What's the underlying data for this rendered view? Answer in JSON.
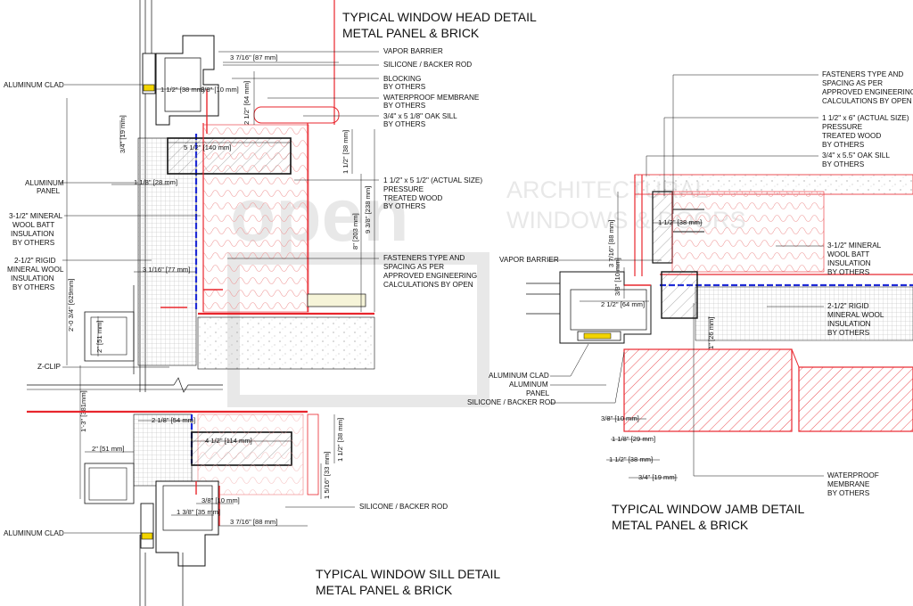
{
  "titles": {
    "head": [
      "TYPICAL WINDOW HEAD DETAIL",
      "METAL PANEL & BRICK"
    ],
    "sill": [
      "TYPICAL WINDOW SILL DETAIL",
      "METAL PANEL & BRICK"
    ],
    "jamb": [
      "TYPICAL WINDOW JAMB DETAIL",
      "METAL PANEL & BRICK"
    ]
  },
  "watermark": {
    "logo": "open",
    "line1": "ARCHITECTURAL",
    "line2": "WINDOWS & DOORS"
  },
  "head_labels": {
    "aluminum_clad": "ALUMINUM CLAD",
    "aluminum_panel": [
      "ALUMINUM",
      "PANEL"
    ],
    "mineral_wool_batt": [
      "3-1/2\" MINERAL",
      "WOOL BATT",
      "INSULATION",
      "BY OTHERS"
    ],
    "rigid_wool": [
      "2-1/2\" RIGID",
      "MINERAL WOOL",
      "INSULATION",
      "BY OTHERS"
    ],
    "z_clip": "Z-CLIP",
    "vapor_barrier": "VAPOR BARRIER",
    "silicone": "SILICONE / BACKER ROD",
    "blocking": [
      "BLOCKING",
      "BY OTHERS"
    ],
    "membrane": [
      "WATERPROOF MEMBRANE",
      "BY OTHERS"
    ],
    "oak_sill": [
      "3/4\" x 5 1/8\" OAK SILL",
      "BY OTHERS"
    ],
    "pt_wood": [
      "1 1/2\" x 5 1/2\" (ACTUAL SIZE)",
      "PRESSURE",
      "TREATED WOOD",
      "BY OTHERS"
    ],
    "fasteners": [
      "FASTENERS TYPE AND",
      "SPACING AS PER",
      "APPROVED ENGINEERING",
      "CALCULATIONS BY OPEN"
    ]
  },
  "sill_labels": {
    "aluminum_clad": "ALUMINUM CLAD",
    "silicone": "SILICONE / BACKER ROD"
  },
  "jamb_labels": {
    "fasteners": [
      "FASTENERS TYPE AND",
      "SPACING AS PER",
      "APPROVED ENGINEERING",
      "CALCULATIONS BY OPEN"
    ],
    "pt_wood": [
      "1 1/2\" x 6\" (ACTUAL SIZE)",
      "PRESSURE",
      "TREATED WOOD",
      "BY OTHERS"
    ],
    "oak_sill": [
      "3/4\" x 5.5\" OAK SILL",
      "BY OTHERS"
    ],
    "mineral_wool_batt": [
      "3-1/2\" MINERAL",
      "WOOL BATT",
      "INSULATION",
      "BY OTHERS"
    ],
    "rigid_wool": [
      "2-1/2\" RIGID",
      "MINERAL WOOL",
      "INSULATION",
      "BY OTHERS"
    ],
    "vapor_barrier": "VAPOR BARRIER",
    "aluminum_clad": "ALUMINUM CLAD",
    "aluminum_panel": [
      "ALUMINUM",
      "PANEL"
    ],
    "silicone": "SILICONE / BACKER ROD",
    "membrane": [
      "WATERPROOF",
      "MEMBRANE",
      "BY OTHERS"
    ]
  },
  "head_dims": {
    "d_3_7_16": "3 7/16\" [87 mm]",
    "d_1_5_38": "1 1/2\" [38 mm]",
    "d_3_8_10": "3/8\" [10 mm]",
    "d_2_5_64": "2 1/2\" [64 mm]",
    "d_3_4_19": "3/4\" [19 mm]",
    "d_5_5_140": "5 1/2\" [140 mm]",
    "d_1_5_38b": "1 1/2\" [38 mm]",
    "d_1_1_8_28": "1 1/8\" [28 mm]",
    "d_9_3_8": "9 3/8\" [238 mm]",
    "d_8_203": "8\" [203 mm]",
    "d_3_1_16": "3 1/16\" [77 mm]",
    "d_2_0_3_4": "2'-0 3/4\" [629mm]",
    "d_2_51": "2\" [51 mm]",
    "d_1_3": "1'-3\" [381mm]"
  },
  "sill_dims": {
    "d_2_1_8": "2 1/8\" [54 mm]",
    "d_4_1_2": "4 1/2\" [114 mm]",
    "d_1_5_38": "1 1/2\" [38 mm]",
    "d_1_5_16": "1 5/16\" [33 mm]",
    "d_2_51": "2\" [51 mm]",
    "d_3_8_10": "3/8\" [10 mm]",
    "d_1_3_8": "1 3/8\" [35 mm]",
    "d_3_7_16": "3 7/16\" [88 mm]"
  },
  "jamb_dims": {
    "d_1_5_38": "1 1/2\" [38 mm]",
    "d_3_7_16": "3 7/16\" [88 mm]",
    "d_3_8_10": "3/8\" [10 mm]",
    "d_2_5_64": "2 1/2\" [64 mm]",
    "d_1_26": "1\" [26 mm]",
    "d_3_8_10b": "3/8\" [10 mm]",
    "d_1_1_8": "1 1/8\" [29 mm]",
    "d_1_5_38b": "1 1/2\" [38 mm]",
    "d_3_4_19": "3/4\" [19 mm]"
  },
  "colors": {
    "line": "#111111",
    "red": "#e8262d",
    "blue": "#1f2bd6",
    "hatch": "#9a9a9a",
    "watermark": "#d6d6d6"
  }
}
